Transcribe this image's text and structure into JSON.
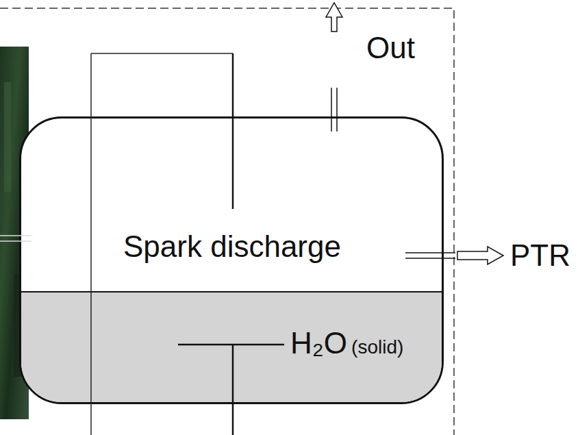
{
  "diagram": {
    "nodes": [
      {
        "text": [
          "Spark discharge"
        ]
      },
      {
        "text": [
          "H₂O",
          "(solid)"
        ],
        "in": 0
      }
    ],
    "labels": [
      "Out",
      "PTR"
    ]
  }
}
